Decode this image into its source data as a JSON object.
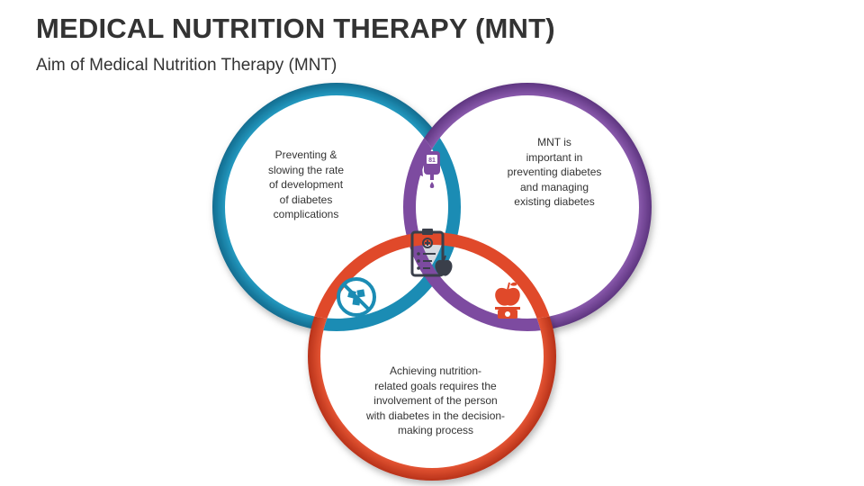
{
  "title": "MEDICAL NUTRITION THERAPY (MNT)",
  "subtitle": "Aim of Medical Nutrition Therapy (MNT)",
  "colors": {
    "blue": "#1b8cb4",
    "purple": "#7d4ba0",
    "red": "#e0492a",
    "center": "#d7dae1",
    "text": "#333333"
  },
  "circles": {
    "blue": {
      "icon": "glucose-meter-icon",
      "lines": [
        "Preventing &",
        "slowing the rate",
        "of development",
        "of diabetes",
        "complications"
      ]
    },
    "purple": {
      "icon": "no-sugar-icon",
      "lines": [
        "MNT is",
        "important in",
        "preventing diabetes",
        "and managing",
        "existing diabetes"
      ]
    },
    "red": {
      "icon": "apple-scale-icon",
      "lines": [
        "Achieving nutrition-",
        "related goals requires the",
        "involvement of the person",
        "with diabetes in the decision-",
        "making process"
      ]
    },
    "center": {
      "icon": "clipboard-apple-icon"
    }
  }
}
